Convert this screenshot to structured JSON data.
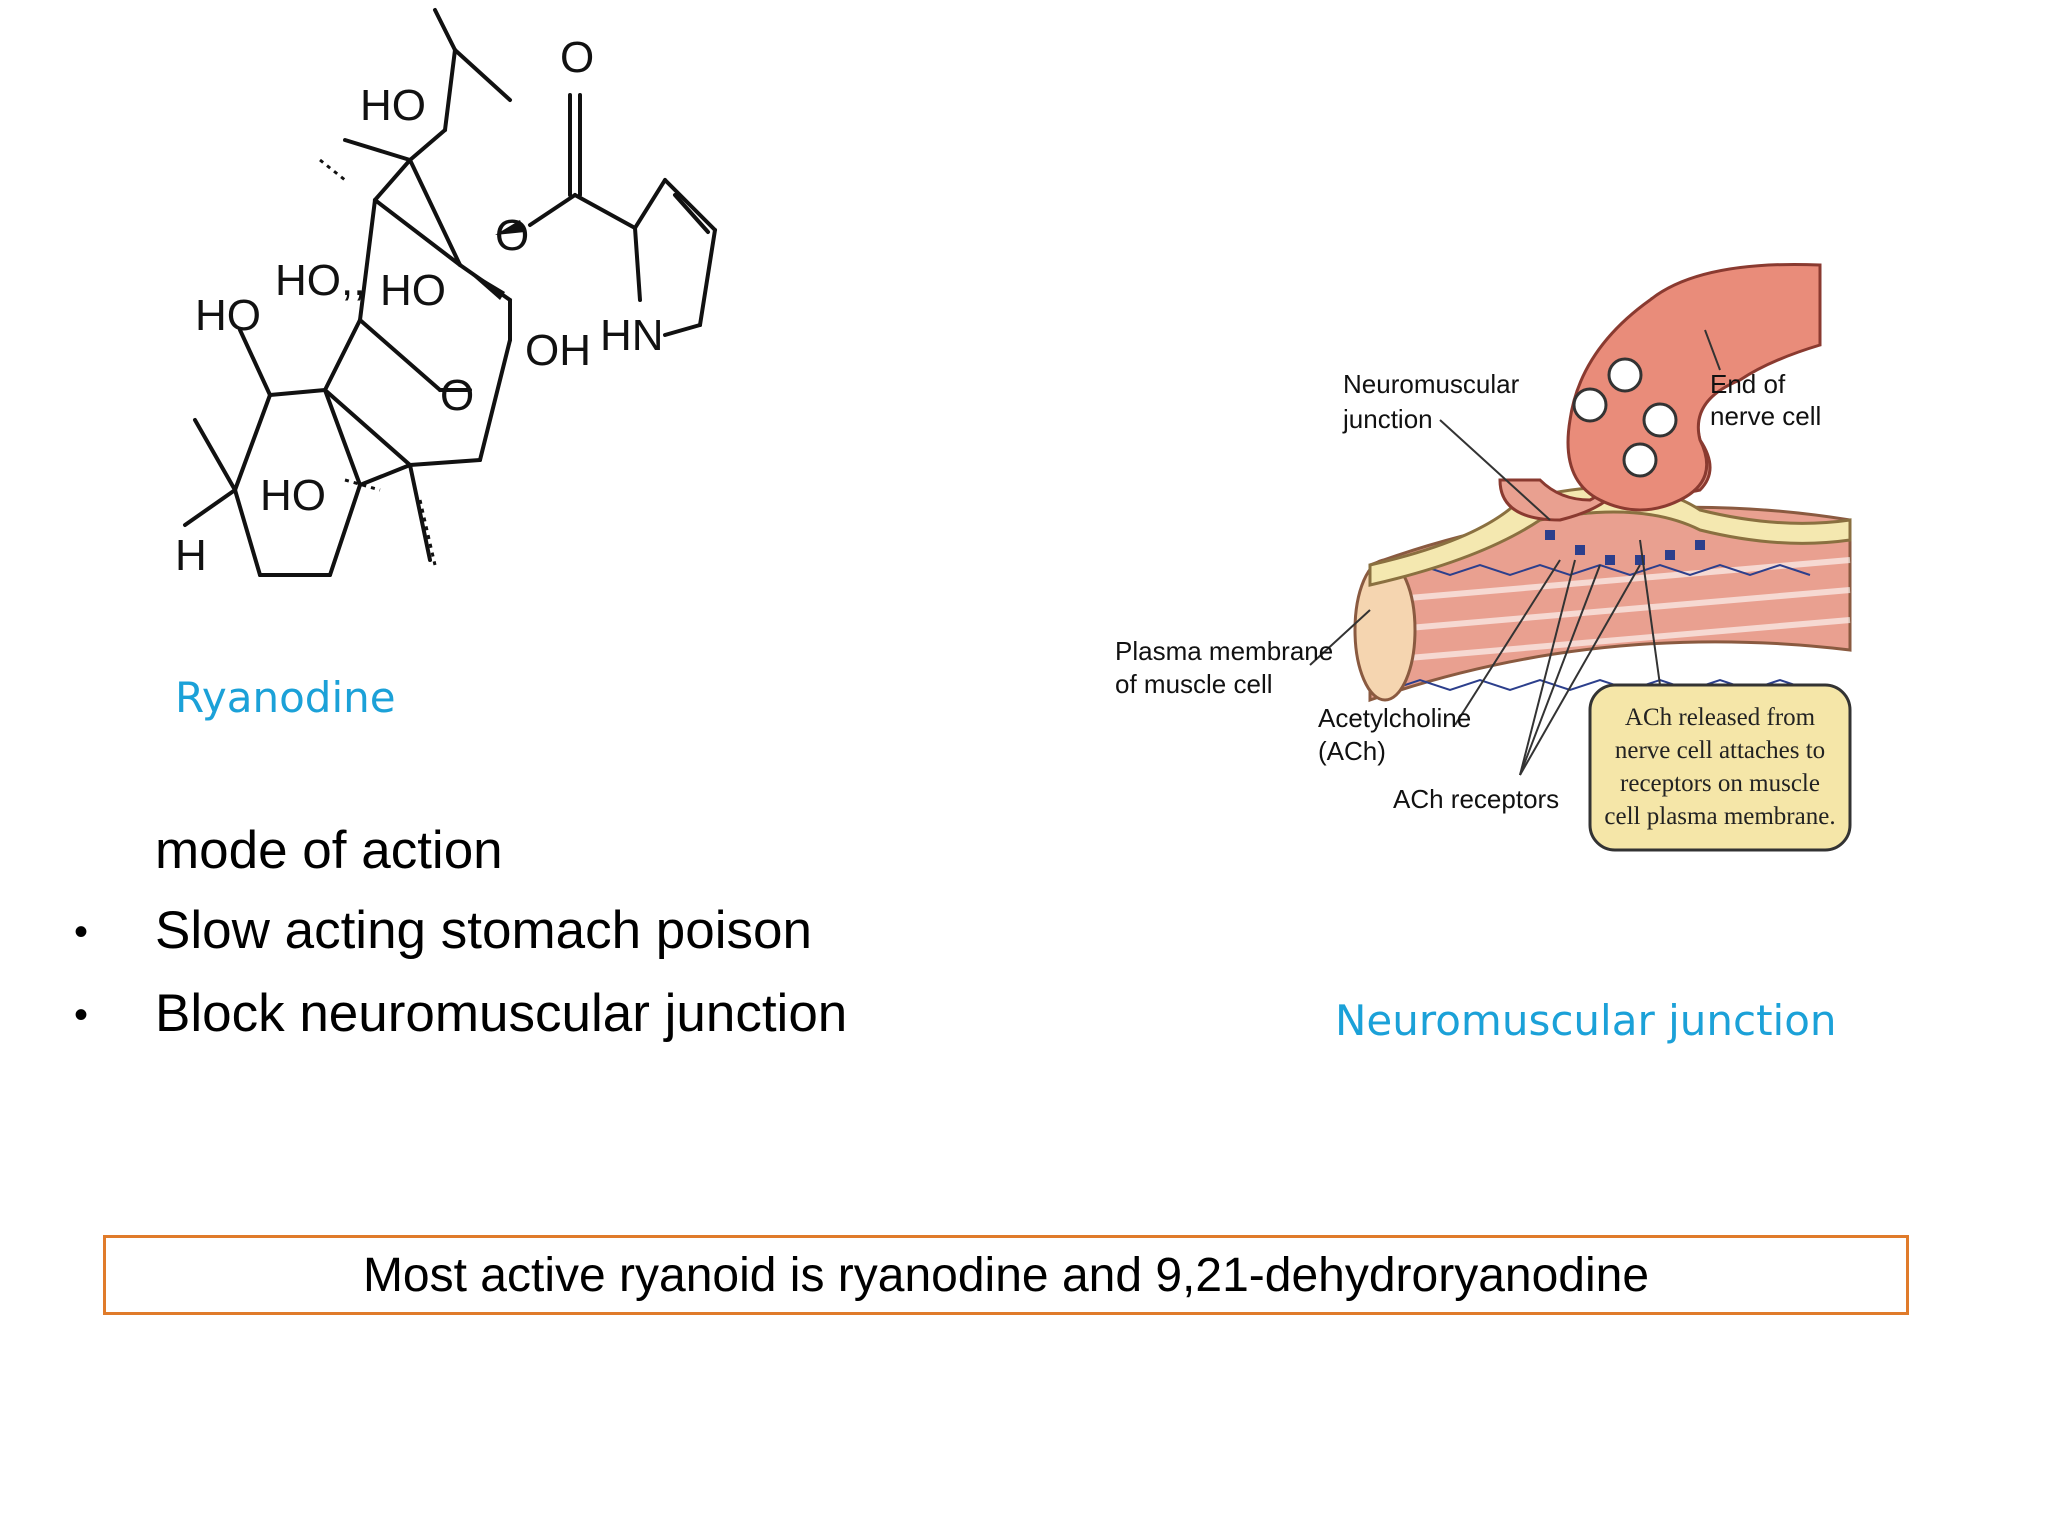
{
  "molecule": {
    "caption": "Ryanodine",
    "atoms": {
      "o_top": "O",
      "ho_1": "HO",
      "ho_2": "HO,,",
      "ho_3": "HO",
      "ho_4": "HO",
      "o_ester": "O",
      "oh": "OH",
      "hn": "HN",
      "o_ring": "O",
      "ho_5": "HO",
      "h": "H"
    }
  },
  "diagram": {
    "caption": "Neuromuscular junction",
    "labels": {
      "nmj_line1": "Neuromuscular",
      "nmj_line2": "junction",
      "end_line1": "End of",
      "end_line2": "nerve cell",
      "plasma_line1": "Plasma membrane",
      "plasma_line2": "of muscle cell",
      "ach_line1": "Acetylcholine",
      "ach_line2": "(ACh)",
      "receptors": "ACh receptors",
      "box_line1": "ACh released from",
      "box_line2": "nerve cell attaches to",
      "box_line3": "receptors on muscle",
      "box_line4": "cell plasma membrane."
    }
  },
  "content": {
    "heading": "mode of action",
    "bullets": [
      "Slow acting stomach poison",
      "Block neuromuscular junction"
    ],
    "bullet_symbol": "•"
  },
  "highlight": {
    "text": "Most active ryanoid is ryanodine and 9,21-dehydroryanodine",
    "border_color": "#e07b2a"
  }
}
